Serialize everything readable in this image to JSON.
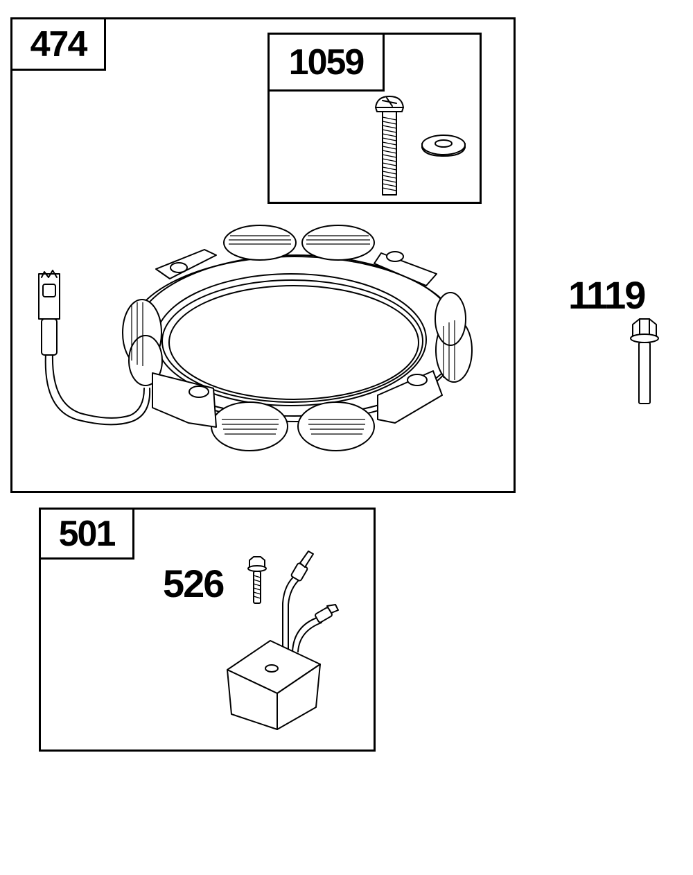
{
  "parts": {
    "stator": {
      "number": "474"
    },
    "screw_kit": {
      "number": "1059"
    },
    "bolt": {
      "number": "1119"
    },
    "regulator": {
      "number": "501"
    },
    "regulator_screw": {
      "number": "526"
    }
  },
  "icons": [
    "stator-icon",
    "screw-icon",
    "washer-icon",
    "bolt-icon",
    "regulator-icon"
  ]
}
